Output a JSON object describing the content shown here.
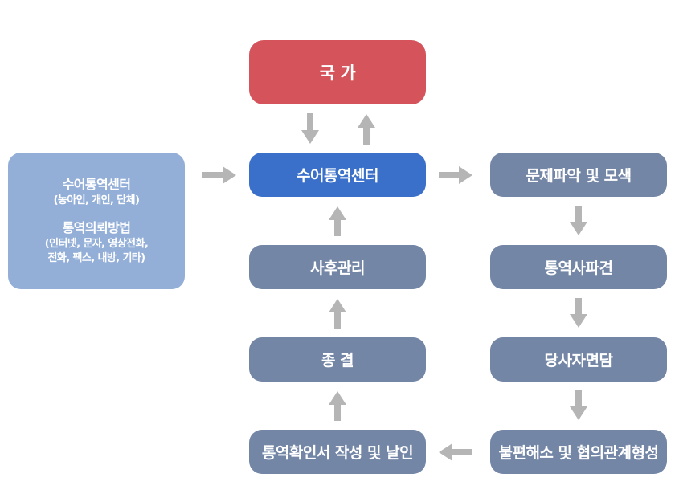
{
  "state": "국 가",
  "center": "수어통역센터",
  "request": {
    "title1": "수어통역센터",
    "sub1": "(농아인, 개인, 단체)",
    "title2": "통역의뢰방법",
    "sub2a": "(인터넷, 문자, 영상전화,",
    "sub2b": "전화, 팩스, 내방, 기타)"
  },
  "right_steps": [
    "문제파악 및 모색",
    "통역사파견",
    "당사자면담",
    "불편해소 및 협의관계형성"
  ],
  "left_steps": [
    "통역확인서 작성 및 날인",
    "종 결",
    "사후관리"
  ],
  "colors": {
    "state": "#d5535a",
    "center": "#3a70c9",
    "step": "#7486a6",
    "request": "#93afd8",
    "arrow": "#b5b5b5"
  }
}
